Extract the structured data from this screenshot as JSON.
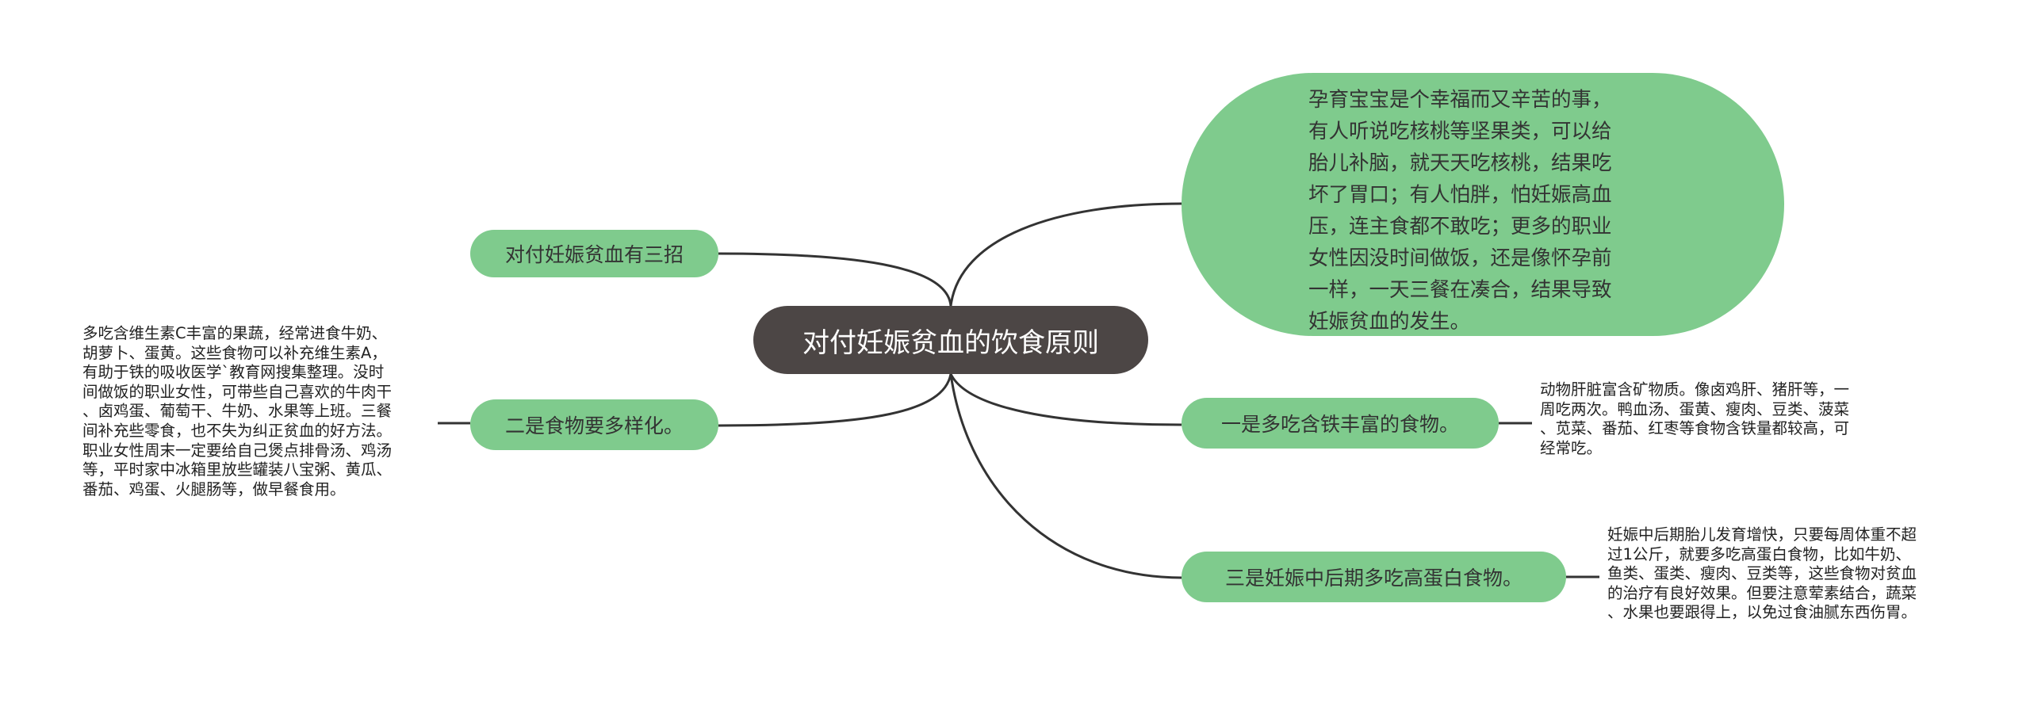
{
  "diagram": {
    "root": "对付妊娠贫血的饮食原则",
    "intro": [
      "孕育宝宝是个幸福而又辛苦的事，",
      "有人听说吃核桃等坚果类，可以给",
      "胎儿补脑，就天天吃核桃，结果吃",
      "坏了胃口；有人怕胖，怕妊娠高血",
      "压，连主食都不敢吃；更多的职业",
      "女性因没时间做饭，还是像怀孕前",
      "一样，一天三餐在凑合，结果导致",
      "妊娠贫血的发生。"
    ],
    "branch_three_tips": "对付妊娠贫血有三招",
    "branch_variety": "二是食物要多样化。",
    "branch_iron": "一是多吃含铁丰富的食物。",
    "branch_protein": "三是妊娠中后期多吃高蛋白食物。",
    "note_variety": [
      "多吃含维生素C丰富的果蔬，经常进食牛奶、",
      "胡萝卜、蛋黄。这些食物可以补充维生素A，",
      "有助于铁的吸收医学`教育网搜集整理。没时",
      "间做饭的职业女性，可带些自己喜欢的牛肉干",
      "、卤鸡蛋、葡萄干、牛奶、水果等上班。三餐",
      "间补充些零食，也不失为纠正贫血的好方法。",
      "职业女性周末一定要给自己煲点排骨汤、鸡汤",
      "等，平时家中冰箱里放些罐装八宝粥、黄瓜、",
      "番茄、鸡蛋、火腿肠等，做早餐食用。"
    ],
    "note_iron": [
      "动物肝脏富含矿物质。像卤鸡肝、猪肝等，一",
      "周吃两次。鸭血汤、蛋黄、瘦肉、豆类、菠菜",
      "、苋菜、番茄、红枣等食物含铁量都较高，可",
      "经常吃。"
    ],
    "note_protein": [
      "妊娠中后期胎儿发育增快，只要每周体重不超",
      "过1公斤，就要多吃高蛋白食物，比如牛奶、",
      "鱼类、蛋类、瘦肉、豆类等，这些食物对贫血",
      "的治疗有良好效果。但要注意荤素结合，蔬菜",
      "、水果也要跟得上，以免过食油腻东西伤胃。"
    ],
    "colors": {
      "root": "#4c4645",
      "branch": "#7fcb8d",
      "line": "#333333"
    }
  }
}
